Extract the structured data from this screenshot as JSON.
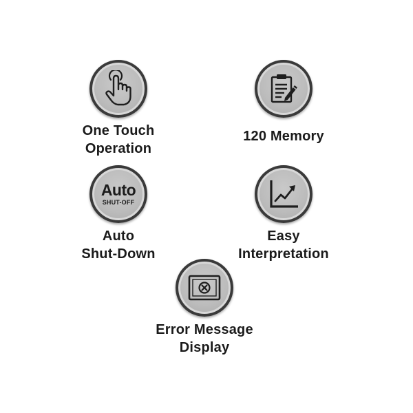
{
  "features": {
    "one_touch": {
      "line1": "One Touch",
      "line2": "Operation",
      "icon": "finger-touch-icon"
    },
    "memory": {
      "line1": "120 Memory",
      "icon": "clipboard-pencil-icon"
    },
    "auto_shutdown": {
      "badge_big": "Auto",
      "badge_small": "SHUT-OFF",
      "line1": "Auto",
      "line2": "Shut-Down"
    },
    "interpretation": {
      "line1": "Easy",
      "line2": "Interpretation",
      "icon": "rising-chart-icon"
    },
    "error_display": {
      "line1": "Error Message",
      "line2": "Display",
      "icon": "error-screen-icon"
    }
  },
  "colors": {
    "badge_fill": "#bcbcbc",
    "badge_border": "#3a3a3a",
    "text": "#1a1a1a"
  }
}
